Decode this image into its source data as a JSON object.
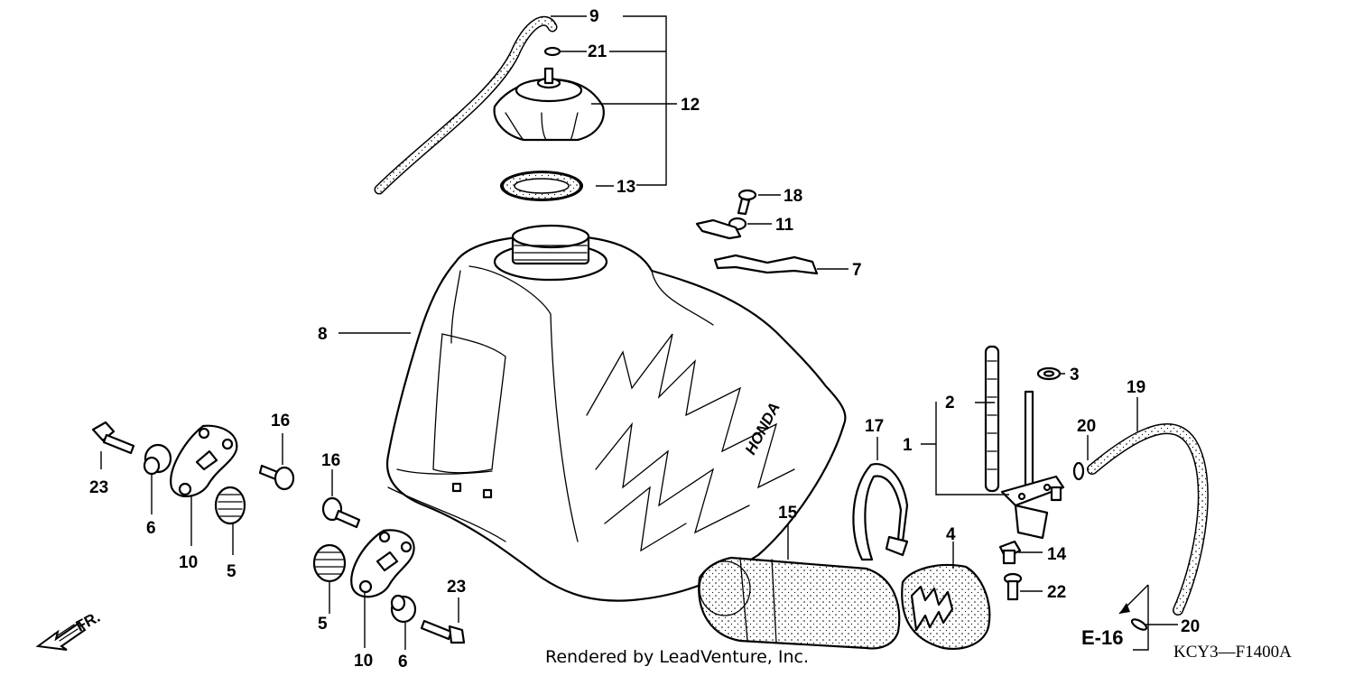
{
  "callouts": {
    "c1": "1",
    "c2": "2",
    "c3": "3",
    "c4": "4",
    "c5a": "5",
    "c5b": "5",
    "c6a": "6",
    "c6b": "6",
    "c7": "7",
    "c8": "8",
    "c9": "9",
    "c10a": "10",
    "c10b": "10",
    "c11": "11",
    "c12": "12",
    "c13": "13",
    "c14": "14",
    "c15": "15",
    "c16a": "16",
    "c16b": "16",
    "c17": "17",
    "c18": "18",
    "c19": "19",
    "c20a": "20",
    "c20b": "20",
    "c21": "21",
    "c22": "22",
    "c23a": "23",
    "c23b": "23"
  },
  "tank_brand": "HONDA",
  "reference_label": "E-16",
  "front_label": "FR.",
  "drawing_code": "KCY3—F1400A",
  "credit": "Rendered by LeadVenture, Inc."
}
